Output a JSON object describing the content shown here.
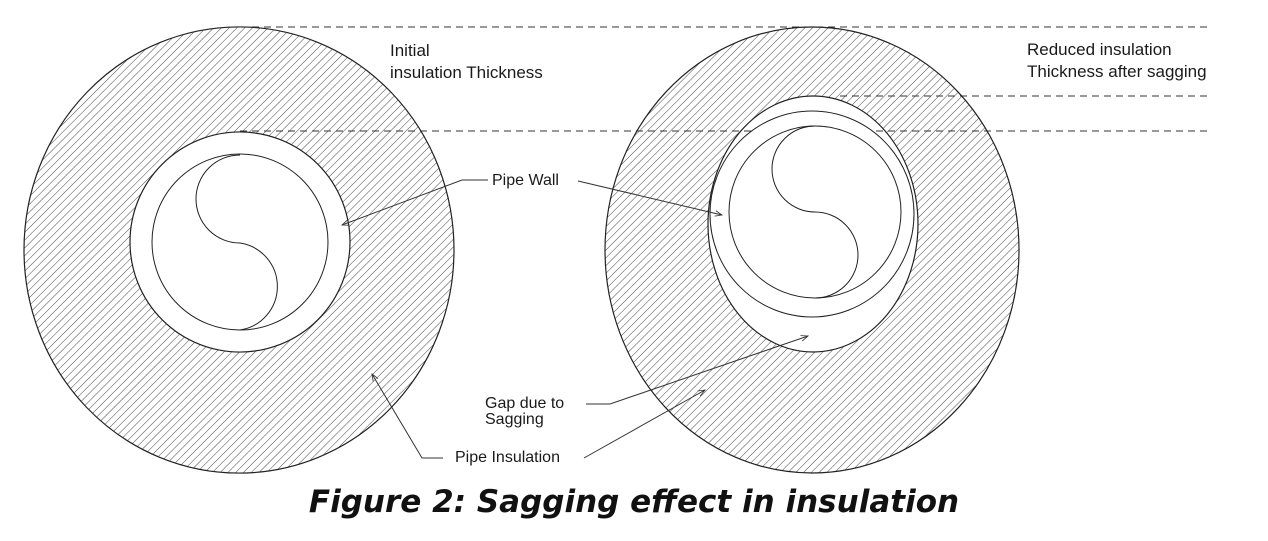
{
  "labels": {
    "initial_line1": "Initial",
    "initial_line2": "insulation Thickness",
    "reduced_line1": "Reduced insulation",
    "reduced_line2": "Thickness after sagging",
    "pipe_wall": "Pipe Wall",
    "gap_line1": "Gap due to",
    "gap_line2": "Sagging",
    "pipe_insulation": "Pipe Insulation"
  },
  "caption": "Figure 2: Sagging effect in insulation",
  "colors": {
    "line": "#222222",
    "background": "#ffffff"
  }
}
